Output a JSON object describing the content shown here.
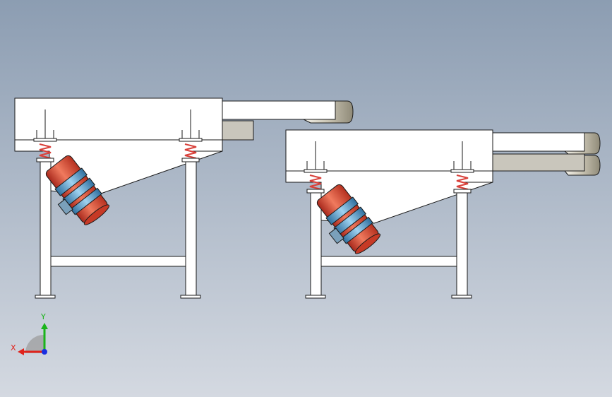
{
  "viewport": {
    "background_top": "#8c9db2",
    "background_bottom": "#d4d9e1"
  },
  "machines": [
    {
      "id": "screen-left"
    },
    {
      "id": "screen-right"
    }
  ],
  "colors": {
    "body_fill": "#ffffff",
    "outline": "#1a1a1a",
    "spring": "#d8403a",
    "motor_red": "#e2553d",
    "motor_blue": "#5aa8d8",
    "chute_shade": "#c9c6bc",
    "frame_fill": "#ffffff"
  },
  "triad": {
    "x_label": "X",
    "y_label": "Y",
    "x_color": "#e0231c",
    "y_color": "#1ab41a",
    "z_color": "#1a2ee0"
  }
}
